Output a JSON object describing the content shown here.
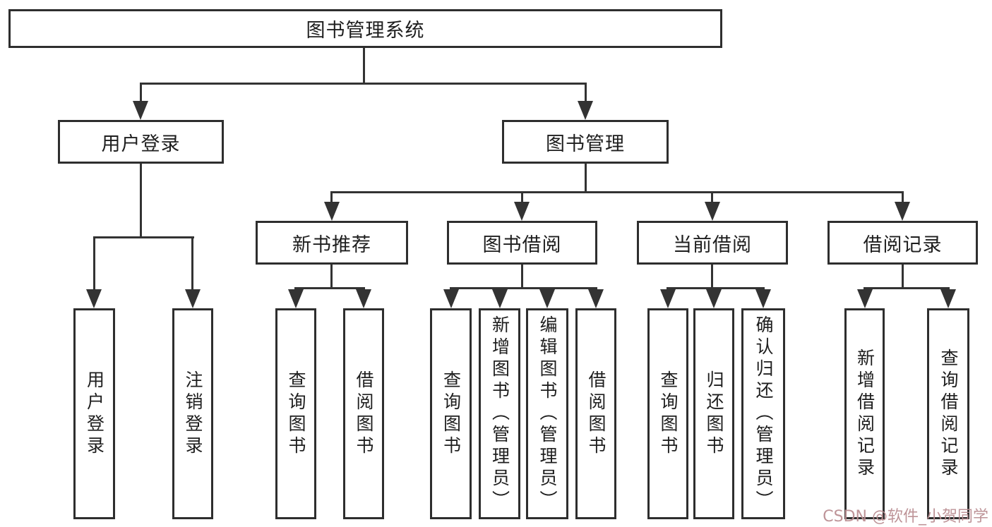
{
  "diagram": {
    "root": {
      "label": "图书管理系统"
    },
    "branches": [
      {
        "label": "用户登录",
        "children": [
          {
            "label": "用户登录"
          },
          {
            "label": "注销登录"
          }
        ]
      },
      {
        "label": "图书管理",
        "groups": [
          {
            "label": "新书推荐",
            "children": [
              {
                "label": "查询图书"
              },
              {
                "label": "借阅图书"
              }
            ]
          },
          {
            "label": "图书借阅",
            "children": [
              {
                "label": "查询图书"
              },
              {
                "label": "新增图书（管理员）"
              },
              {
                "label": "编辑图书（管理员）"
              },
              {
                "label": "借阅图书"
              }
            ]
          },
          {
            "label": "当前借阅",
            "children": [
              {
                "label": "查询图书"
              },
              {
                "label": "归还图书"
              },
              {
                "label": "确认归还（管理员）"
              }
            ]
          },
          {
            "label": "借阅记录",
            "children": [
              {
                "label": "新增借阅记录"
              },
              {
                "label": "查询借阅记录"
              }
            ]
          }
        ]
      }
    ],
    "colors": {
      "line": "#333333",
      "box_border": "#2e2e2e",
      "text": "#1e1e1e",
      "watermark": "#bb8f93"
    }
  },
  "watermark": {
    "text": "CSDN @软件_小贺同学"
  }
}
